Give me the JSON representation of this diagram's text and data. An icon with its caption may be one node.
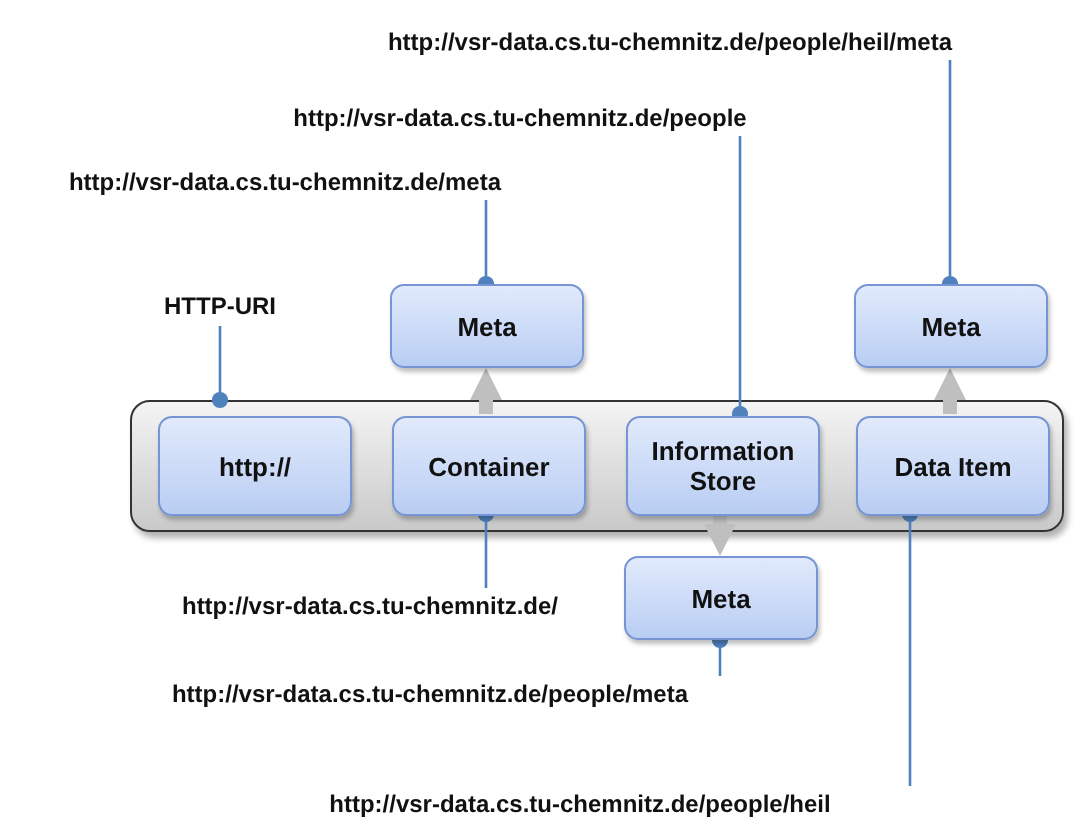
{
  "diagram": {
    "nodes": [
      {
        "text": [
          "HTTP-URI"
        ]
      },
      {
        "text": [
          "http://vsr-data.cs.tu-chemnitz.de/meta"
        ]
      },
      {
        "text": [
          "http://vsr-data.cs.tu-chemnitz.de/people"
        ]
      },
      {
        "text": [
          "http://vsr-data.cs.tu-chemnitz.de/people/heil/meta"
        ]
      },
      {
        "text": [],
        "shape": "box"
      },
      {
        "text": [
          "http://"
        ],
        "in": 4
      },
      {
        "text": [
          "Container"
        ],
        "in": 4
      },
      {
        "text": [
          "Information Store"
        ],
        "in": 4
      },
      {
        "text": [
          "Data Item"
        ],
        "in": 4
      },
      {
        "text": [
          "Meta"
        ]
      },
      {
        "text": [
          "Meta"
        ]
      },
      {
        "text": [
          "Meta"
        ]
      },
      {
        "text": [
          "http://vsr-data.cs.tu-chemnitz.de/"
        ]
      },
      {
        "text": [
          "http://vsr-data.cs.tu-chemnitz.de/people/meta"
        ]
      },
      {
        "text": [
          "http://vsr-data.cs.tu-chemnitz.de/people/heil"
        ]
      }
    ],
    "edges": [
      {
        "from": 0,
        "to": 4,
        "arrow": "other"
      },
      {
        "from": 1,
        "to": 9,
        "arrow": "other"
      },
      {
        "from": 2,
        "to": 7,
        "arrow": "other"
      },
      {
        "from": 3,
        "to": 10,
        "arrow": "other"
      },
      {
        "from": 6,
        "to": 9,
        "arrow": "to",
        "style": "thick",
        "color": "#bfbfbf"
      },
      {
        "from": 8,
        "to": 10,
        "arrow": "to",
        "style": "thick",
        "color": "#bfbfbf"
      },
      {
        "from": 7,
        "to": 11,
        "arrow": "to",
        "style": "thick",
        "color": "#bfbfbf"
      },
      {
        "from": 12,
        "to": 6,
        "arrow": "other"
      },
      {
        "from": 13,
        "to": 11,
        "arrow": "other"
      },
      {
        "from": 14,
        "to": 8,
        "arrow": "other"
      }
    ]
  }
}
